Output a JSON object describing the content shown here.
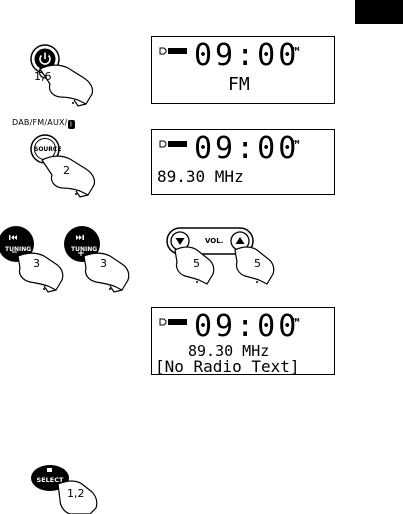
{
  "source_label": "DAB/FM/AUX/",
  "steps": {
    "power": "1,6",
    "source": "2",
    "tuning_down": "3",
    "tuning_up": "3",
    "vol_down": "5",
    "vol_up": "5",
    "select": "1,2"
  },
  "buttons": {
    "source": "SOURCE",
    "tuning_down": "TUNING",
    "tuning_up": "TUNING",
    "vol": "VOL.",
    "select": "SELECT"
  },
  "displays": [
    {
      "time": "09:00",
      "pm": "PM",
      "line1": "FM",
      "line2": ""
    },
    {
      "time": "09:00",
      "pm": "PM",
      "line1": "89.30 MHz",
      "line2": ""
    },
    {
      "time": "09:00",
      "pm": "PM",
      "line1": "89.30 MHz",
      "line2": "[No Radio Text]"
    }
  ]
}
